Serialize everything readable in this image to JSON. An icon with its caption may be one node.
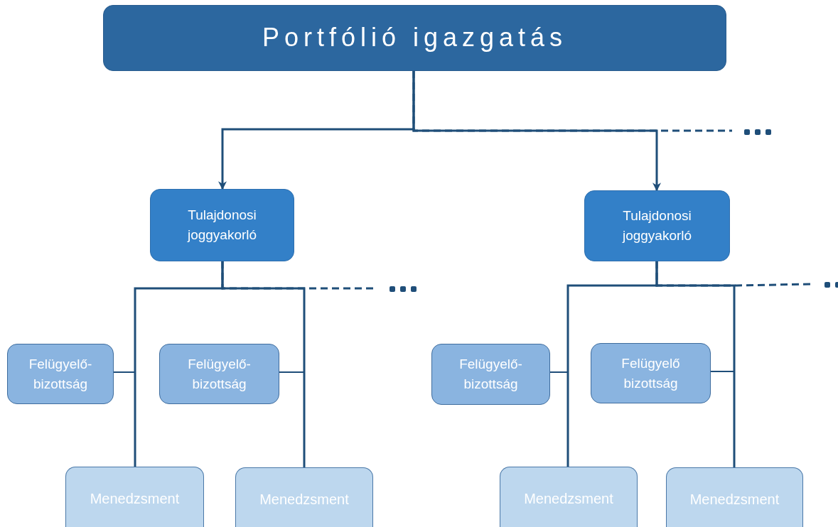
{
  "diagram": {
    "nodes": [
      {
        "text": [
          "Portfólió igazgatás"
        ]
      },
      {
        "text": [
          "Tulajdonosi joggyakorló"
        ]
      },
      {
        "text": [
          "Tulajdonosi joggyakorló"
        ]
      },
      {
        "text": [
          "Felügyelő-bizottság"
        ]
      },
      {
        "text": [
          "Felügyelő-bizottság"
        ]
      },
      {
        "text": [
          "Menedzsment"
        ]
      },
      {
        "text": [
          "Menedzsment"
        ]
      },
      {
        "text": [
          "Felügyelő-bizottság"
        ]
      },
      {
        "text": [
          "Felügyelő bizottság"
        ]
      },
      {
        "text": [
          "Menedzsment"
        ]
      },
      {
        "text": [
          "Menedzsment"
        ]
      }
    ],
    "edges": [
      {
        "from": 0,
        "to": 1,
        "arrow": "to"
      },
      {
        "from": 0,
        "to": 2,
        "arrow": "to"
      },
      {
        "from": 0,
        "to": null,
        "arrow": "none",
        "style": "dashed"
      },
      {
        "from": 1,
        "to": 5,
        "arrow": "none"
      },
      {
        "from": 1,
        "to": 6,
        "arrow": "none"
      },
      {
        "from": 1,
        "to": null,
        "arrow": "none",
        "style": "dashed"
      },
      {
        "from": 3,
        "to": 5,
        "arrow": "none"
      },
      {
        "from": 4,
        "to": 6,
        "arrow": "none"
      },
      {
        "from": 2,
        "to": 9,
        "arrow": "none"
      },
      {
        "from": 2,
        "to": 10,
        "arrow": "none"
      },
      {
        "from": 2,
        "to": null,
        "arrow": "none",
        "style": "dashed"
      },
      {
        "from": 7,
        "to": 9,
        "arrow": "none"
      },
      {
        "from": 8,
        "to": 10,
        "arrow": "none"
      }
    ]
  }
}
